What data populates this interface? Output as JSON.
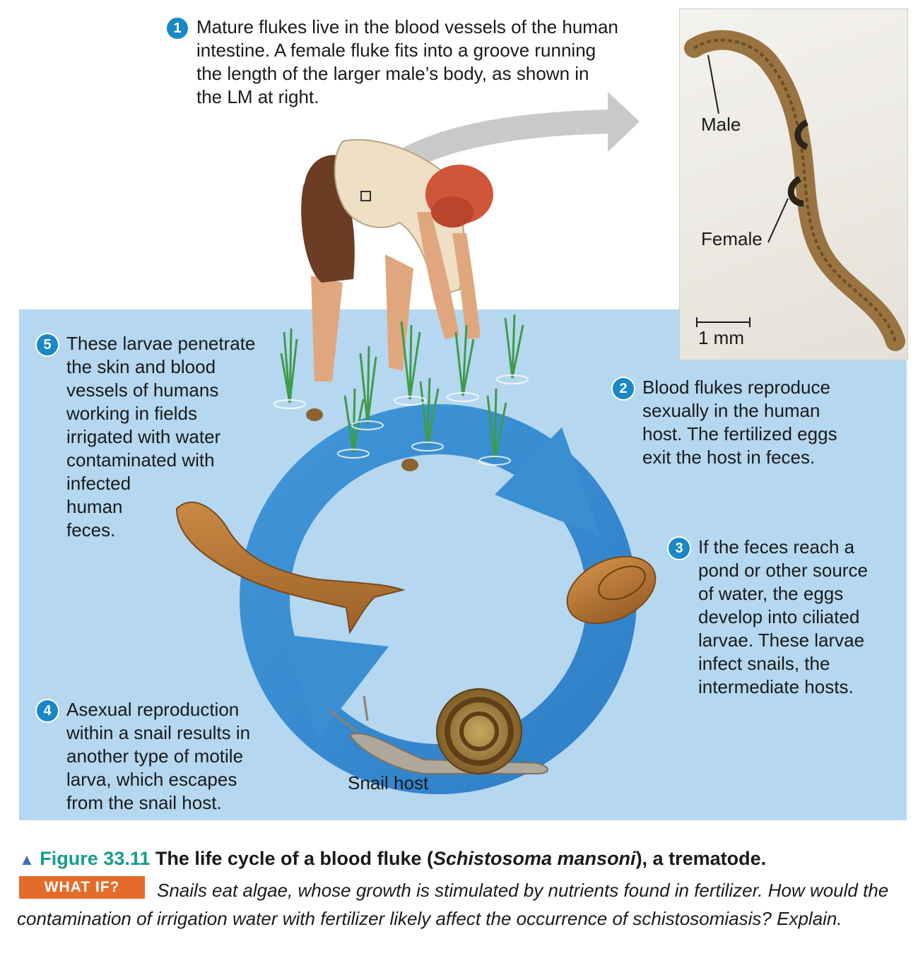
{
  "steps": [
    {
      "num": "1",
      "text": "Mature flukes live in the blood vessels of the human\nintestine. A female fluke fits into a groove running\nthe length of the larger male’s body, as shown in\nthe LM at right."
    },
    {
      "num": "2",
      "text": "Blood flukes reproduce\nsexually in the human\nhost. The fertilized eggs\nexit the host in feces."
    },
    {
      "num": "3",
      "text": "If the feces reach a\npond or other source\nof water, the eggs\ndevelop into ciliated\nlarvae. These larvae\ninfect snails, the\nintermediate hosts."
    },
    {
      "num": "4",
      "text": "Asexual reproduction\nwithin a snail results in\nanother type of motile\nlarva, which escapes\nfrom the snail host."
    },
    {
      "num": "5",
      "text": "These larvae penetrate\nthe skin and blood\nvessels of humans\nworking in fields\nirrigated with water\ncontaminated with\ninfected\nhuman\nfeces."
    }
  ],
  "micrograph": {
    "male_label": "Male",
    "female_label": "Female",
    "scale_label": "1 mm"
  },
  "snail_label": "Snail host",
  "caption": {
    "marker": "▲",
    "figure_number": "Figure 33.11",
    "title_before": "The life cycle of a blood fluke (",
    "title_italic": "Schistosoma mansoni",
    "title_after": "), a trematode."
  },
  "what_if": {
    "badge": "WHAT IF?",
    "question": "Snails eat algae, whose growth is stimulated by nutrients found in fertilizer. How would the contamination of irrigation water with fertilizer likely affect the occurrence of schistosomiasis? Explain."
  },
  "colors": {
    "water": "#b5d7f0",
    "cycle_arrow": "#3a8fd3",
    "step_number": "#1a87c6",
    "figure_teal": "#149c8e",
    "what_if_orange": "#e46c2a",
    "larva_brown": "#b5773a"
  }
}
